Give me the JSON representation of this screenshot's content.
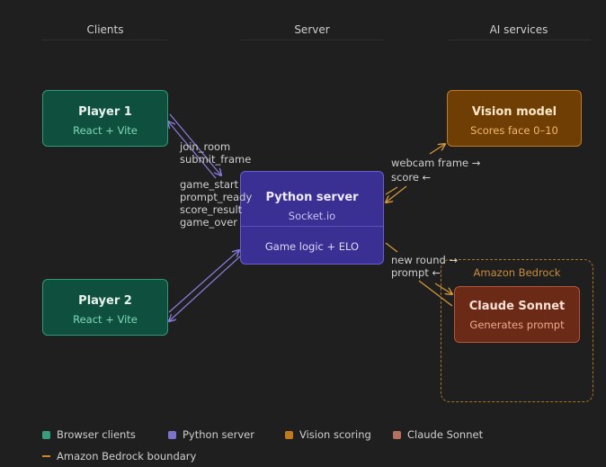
{
  "columns": {
    "clients": "Clients",
    "server": "Server",
    "ai": "AI services"
  },
  "nodes": {
    "player1": {
      "title": "Player 1",
      "subtitle": "React + Vite"
    },
    "player2": {
      "title": "Player 2",
      "subtitle": "React + Vite"
    },
    "server": {
      "title": "Python server",
      "subtitle": "Socket.io",
      "detail": "Game logic + ELO"
    },
    "vision": {
      "title": "Vision model",
      "subtitle": "Scores face 0–10"
    },
    "claude": {
      "title": "Claude Sonnet",
      "subtitle": "Generates prompt"
    }
  },
  "bedrock_label": "Amazon Bedrock",
  "edge_labels": {
    "join_room": "join_room",
    "submit_frame": "submit_frame",
    "game_start": "game_start",
    "prompt_ready": "prompt_ready",
    "score_result": "score_result",
    "game_over": "game_over",
    "webcam_frame": "webcam frame →",
    "score": "score ←",
    "new_round": "new round →",
    "prompt": "prompt ←"
  },
  "legend": [
    {
      "label": "Browser clients",
      "color": "#3a9c7c"
    },
    {
      "label": "Python server",
      "color": "#7b72c9"
    },
    {
      "label": "Vision scoring",
      "color": "#c07a1e"
    },
    {
      "label": "Claude Sonnet",
      "color": "#b3705e"
    }
  ],
  "legend_boundary": "Amazon Bedrock boundary",
  "colors": {
    "client_edges": "#8a7fe0",
    "ai_edges": "#d99a3a"
  }
}
